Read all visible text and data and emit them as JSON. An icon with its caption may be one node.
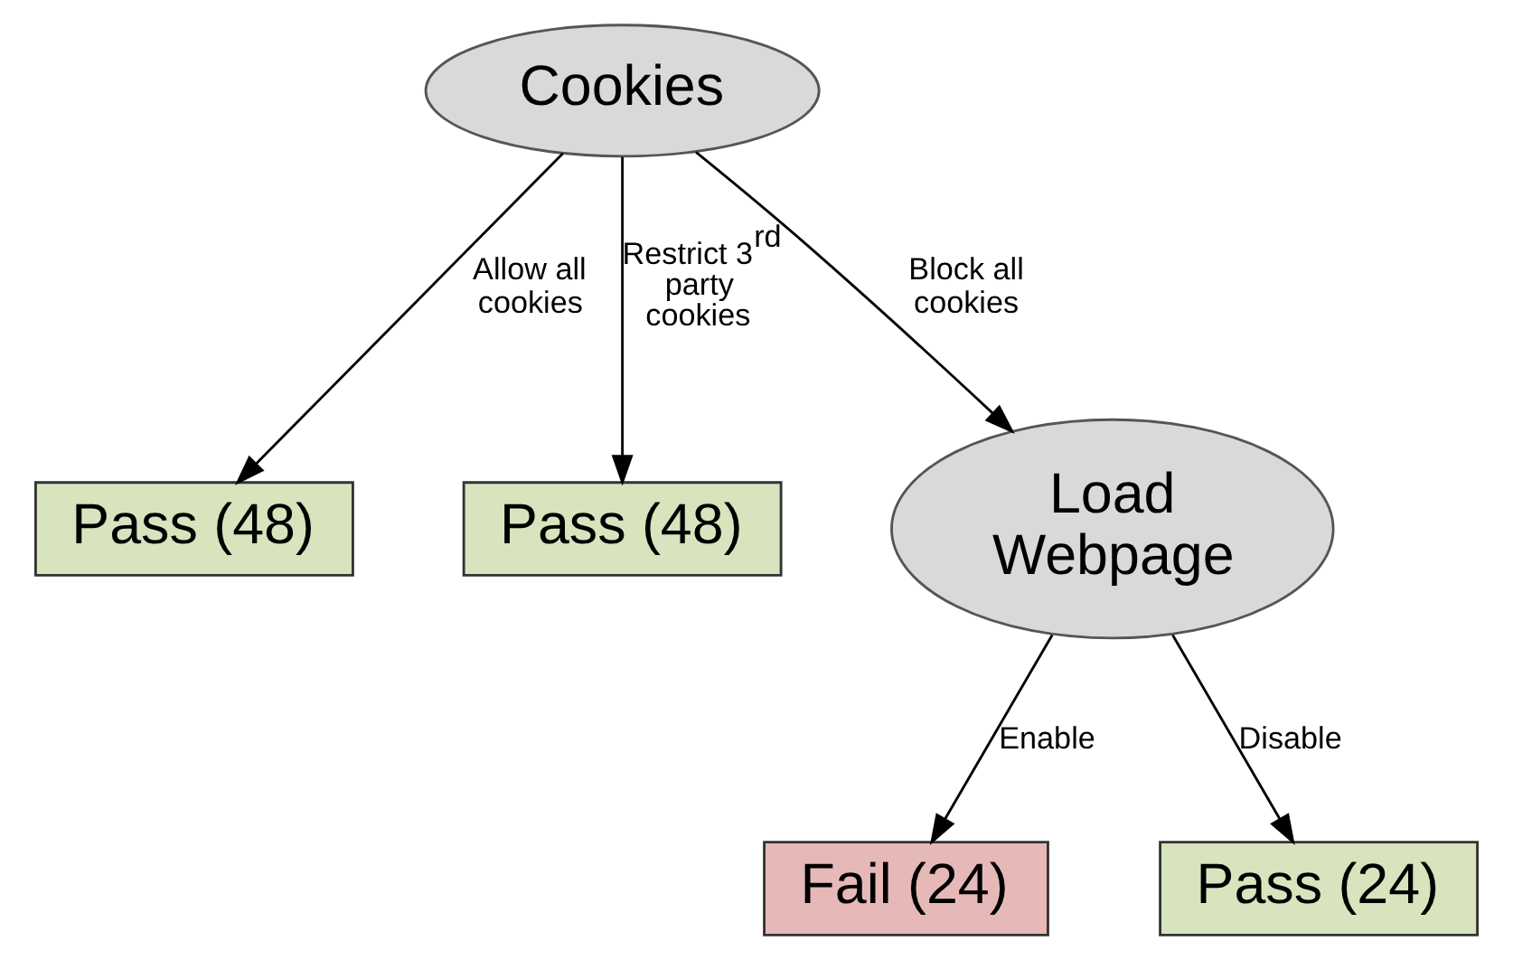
{
  "diagram": {
    "nodes": [
      {
        "text": [
          "Cookies"
        ]
      },
      {
        "text": [
          "Pass (48)"
        ]
      },
      {
        "text": [
          "Pass (48)"
        ]
      },
      {
        "text": [
          "Load Webpage"
        ]
      },
      {
        "text": [
          "Fail (24)"
        ]
      },
      {
        "text": [
          "Pass (24)"
        ]
      }
    ],
    "edges": [
      {
        "from": 0,
        "to": 1,
        "arrow": "to",
        "label": "Allow all cookies"
      },
      {
        "from": 0,
        "to": 2,
        "arrow": "to",
        "label": "Restrict 3$^{rd}$ party cookies"
      },
      {
        "from": 0,
        "to": 3,
        "arrow": "to",
        "label": "Block all cookies"
      },
      {
        "from": 3,
        "to": 4,
        "arrow": "to",
        "label": "Enable"
      },
      {
        "from": 3,
        "to": 5,
        "arrow": "to",
        "label": "Disable"
      }
    ]
  }
}
